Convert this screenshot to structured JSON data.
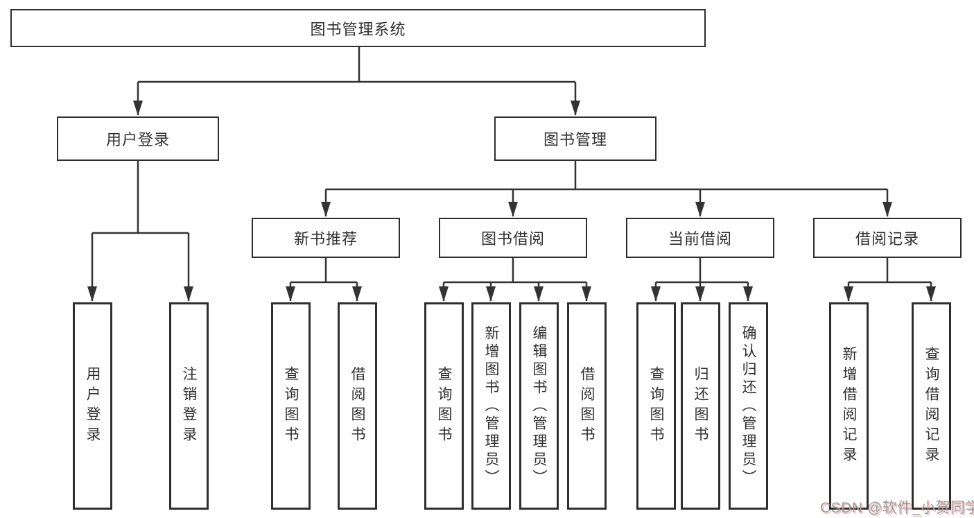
{
  "diagram": {
    "root": "图书管理系统",
    "branches": [
      {
        "label": "用户登录",
        "children": [
          "用户登录",
          "注销登录"
        ]
      },
      {
        "label": "图书管理",
        "children": [
          {
            "label": "新书推荐",
            "children": [
              "查询图书",
              "借阅图书"
            ]
          },
          {
            "label": "图书借阅",
            "children": [
              "查询图书",
              "新增图书（管理员）",
              "编辑图书（管理员）",
              "借阅图书"
            ]
          },
          {
            "label": "当前借阅",
            "children": [
              "查询图书",
              "归还图书",
              "确认归还（管理员）"
            ]
          },
          {
            "label": "借阅记录",
            "children": [
              "新增借阅记录",
              "查询借阅记录"
            ]
          }
        ]
      }
    ]
  },
  "watermark": {
    "text": "CSDN @软件_小贺同学"
  },
  "colors": {
    "line": "#333333",
    "box_border": "#2e2e2e",
    "text": "#2f2f2f",
    "watermark_gray": "#9b9b9b",
    "watermark_shadow_red": "#eb6e6e",
    "background": "#ffffff"
  }
}
